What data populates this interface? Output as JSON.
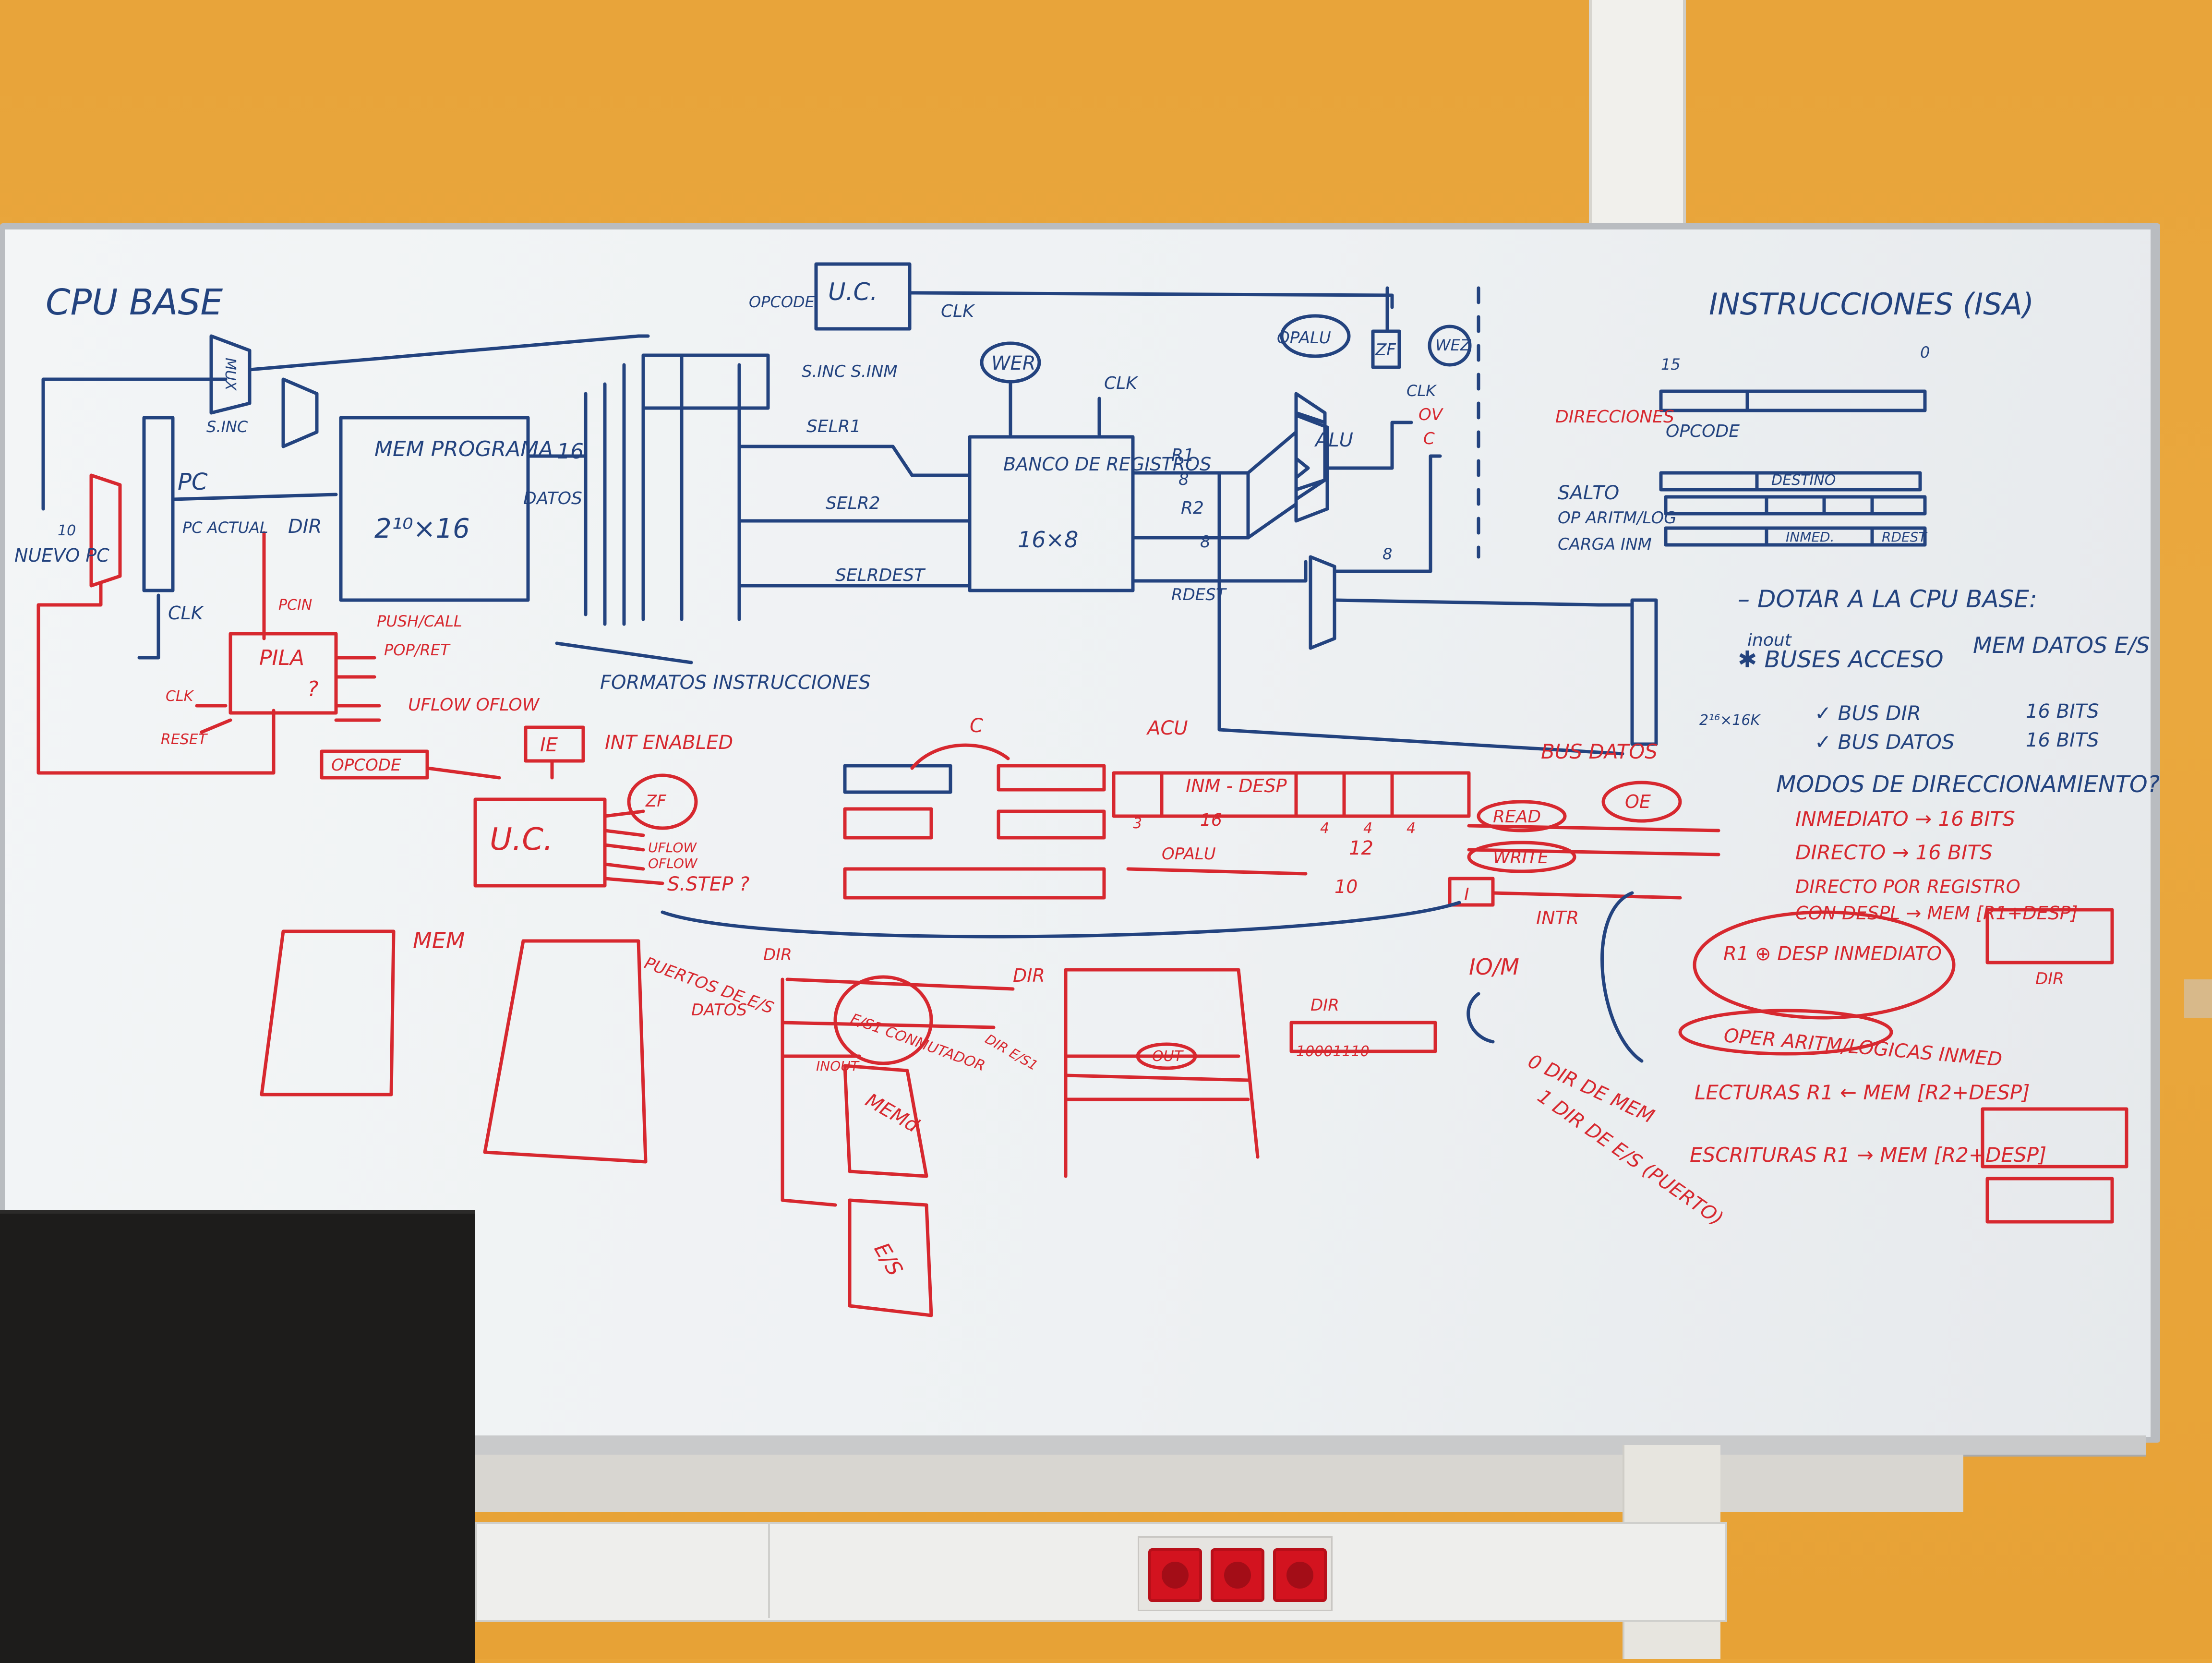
{
  "photo": {
    "colors": {
      "wall": "#e9a63a",
      "board": "#f1f3f5",
      "ink_blue": "#23437f",
      "ink_red": "#d7282f",
      "outlet": "#d3131f"
    }
  },
  "board": {
    "title": "CPU BASE",
    "isa_title": "INSTRUCCIONES (ISA)",
    "blue": {
      "nuevo_pc": "NUEVO PC",
      "pc": "PC",
      "pc_actual": "PC ACTUAL",
      "dir": "DIR",
      "clk_pc": "CLK",
      "mux": "MUX",
      "sinc": "S.INC",
      "mem_programa": "MEM PROGRAMA",
      "mem_size": "2¹⁰×16",
      "datos": "DATOS",
      "uc_top": "U.C.",
      "opcode_top": "OPCODE",
      "clk_uc": "CLK",
      "sinc_sinm": "S.INC S.INM",
      "wer": "WER",
      "clk_banco": "CLK",
      "selr1": "SELR1",
      "selr2": "SELR2",
      "selrdest": "SELRDEST",
      "banco": "BANCO DE REGISTROS",
      "banco_size": "16×8",
      "r1": "R1",
      "r2": "R2",
      "rdest": "RDEST",
      "opalu": "OPALU",
      "alu": "ALU",
      "zf": "ZF",
      "wez": "WEZ",
      "clk_alu": "CLK",
      "formatos": "FORMATOS INSTRUCCIONES",
      "opcode_isa": "OPCODE",
      "destino": "DESTINO",
      "salto": "SALTO",
      "op_arit": "OP ARITM/LOG",
      "carga_inm": "CARGA INM",
      "inmed": "INMED.",
      "rdest_isa": "RDEST",
      "bit15": "15",
      "bit0": "0",
      "dotar": "– DOTAR A LA CPU BASE:",
      "buses_acceso": "✱ BUSES ACCESO",
      "mem_datos_es": "MEM DATOS E/S",
      "bus_dir": "✓ BUS DIR",
      "bus_datos": "✓ BUS DATOS",
      "bits_16_a": "16 BITS",
      "bits_16_b": "16 BITS",
      "modos": "MODOS DE DIRECCIONAMIENTO?",
      "inout": "inout",
      "cap": "2¹⁶×16K",
      "n10": "10",
      "n16": "16",
      "n8a": "8",
      "n8b": "8",
      "n8c": "8"
    },
    "red": {
      "pila": "PILA",
      "pcin": "PCIN",
      "push_call": "PUSH/CALL",
      "pop_ret": "POP/RET",
      "uflow_oflow": "UFLOW OFLOW",
      "clk": "CLK",
      "reset": "RESET",
      "opcode": "OPCODE",
      "ie": "IE",
      "int_enabled": "INT ENABLED",
      "uc_bottom": "U.C.",
      "zf": "ZF",
      "uflow": "UFLOW",
      "oflow": "OFLOW",
      "sstep": "S.STEP ?",
      "acu": "ACU",
      "inm_desp": "INM - DESP",
      "opalu": "OPALU",
      "c": "C",
      "n16": "16",
      "n12": "12",
      "n10": "10",
      "n3": "3",
      "n4a": "4",
      "n4b": "4",
      "n4c": "4",
      "read": "READ",
      "write": "WRITE",
      "oe": "OE",
      "direcciones": "DIRECCIONES",
      "bus_datos": "BUS DATOS",
      "intr": "INTR",
      "i": "I",
      "io_m": "IO/M",
      "dir_mem": "0 DIR DE MEM",
      "dir_es": "1 DIR DE E/S (PUERTO)",
      "mem": "MEM",
      "puertos": "PUERTOS DE E/S",
      "datos": "DATOS",
      "dir_a": "DIR",
      "dir_b": "DIR",
      "dir_c": "DIR",
      "es1_conmutador": "E/S1 CONMUTADOR",
      "inout_box": "INOUT",
      "dir_es1": "DIR E/S1",
      "memd": "MEMd",
      "es_box": "E/S",
      "out": "OUT",
      "binary": "10001110",
      "ov": "OV",
      "c_flag": "C",
      "inmediato": "INMEDIATO → 16 BITS",
      "directo": "DIRECTO → 16 BITS",
      "directo_reg": "DIRECTO POR REGISTRO",
      "con_despl": "CON DESPL → MEM [R1+DESP]",
      "r1_desp": "R1 ⊕ DESP INMEDIATO",
      "oper_arit": "OPER ARITM/LOGICAS INMED",
      "lecturas": "LECTURAS R1 ← MEM [R2+DESP]",
      "escrituras": "ESCRITURAS R1 → MEM [R2+DESP]",
      "dir_note": "DIR",
      "question": "?"
    }
  }
}
